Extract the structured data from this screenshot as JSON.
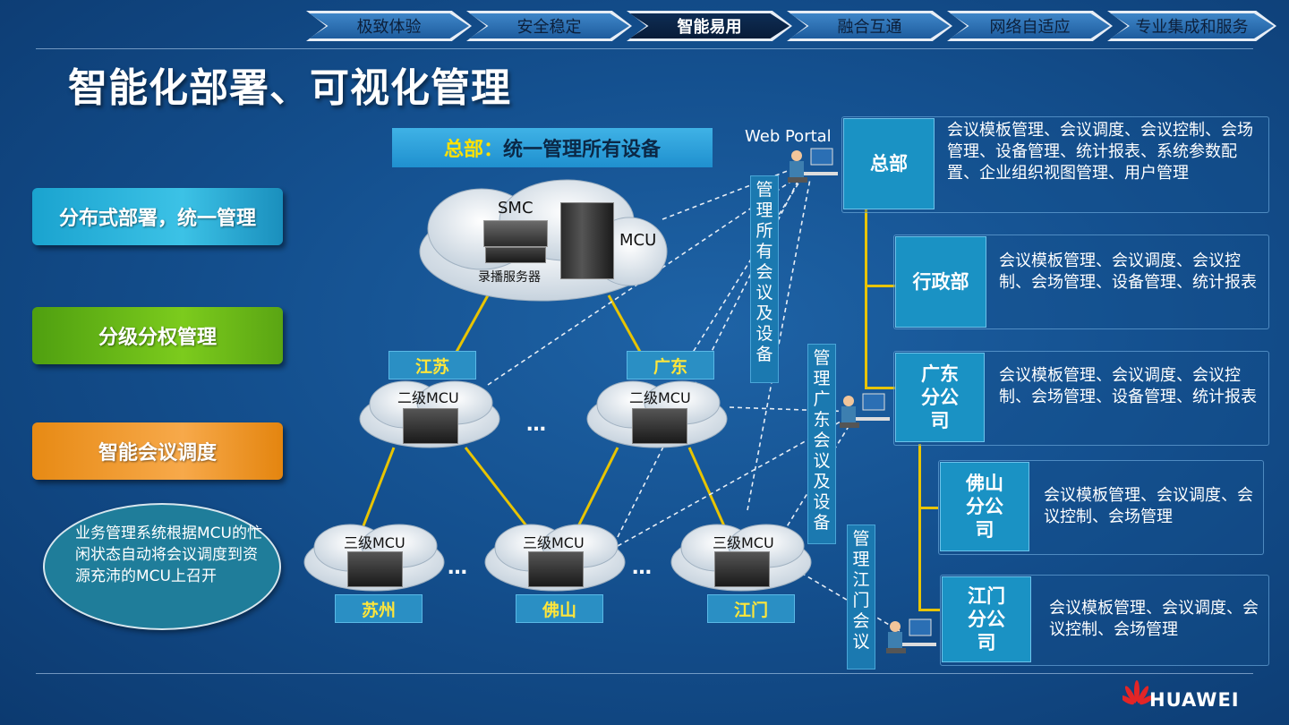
{
  "nav": {
    "items": [
      "极致体验",
      "安全稳定",
      "智能易用",
      "融合互通",
      "网络自适应",
      "专业集成和服务"
    ],
    "active_index": 2
  },
  "title": "智能化部署、可视化管理",
  "side_buttons": [
    "分布式部署，统一管理",
    "分级分权管理",
    "智能会议调度"
  ],
  "note": "业务管理系统根据MCU的忙闲状态自动将会议调度到资源充沛的MCU上召开",
  "hq_banner": {
    "prefix": "总部",
    "sep": "：",
    "text": "统一管理所有设备"
  },
  "cloud_top": {
    "smc": "SMC",
    "mcu": "MCU",
    "recorder": "录播服务器"
  },
  "level2": {
    "label": "二级MCU",
    "regions": [
      "江苏",
      "广东"
    ]
  },
  "level3": {
    "label": "三级MCU",
    "regions": [
      "苏州",
      "佛山",
      "江门"
    ]
  },
  "ellipsis": "…",
  "web_portal": "Web Portal",
  "vertical_labels": [
    "管理所有会议及设备",
    "管理广东会议及设备",
    "管理江门会议"
  ],
  "orgs": [
    {
      "name": "总部",
      "desc": "会议模板管理、会议调度、会议控制、会场管理、设备管理、统计报表、系统参数配置、企业组织视图管理、用户管理"
    },
    {
      "name": "行政部",
      "desc": "会议模板管理、会议调度、会议控制、会场管理、设备管理、统计报表"
    },
    {
      "name": "广东分公司",
      "desc": "会议模板管理、会议调度、会议控制、会场管理、设备管理、统计报表"
    },
    {
      "name": "佛山分公司",
      "desc": "会议模板管理、会议调度、会议控制、会场管理"
    },
    {
      "name": "江门分公司",
      "desc": "会议模板管理、会议调度、会议控制、会场管理"
    }
  ],
  "logo": "HUAWEI",
  "colors": {
    "accent_yellow": "#ffe100",
    "link_line": "#e8c400"
  }
}
